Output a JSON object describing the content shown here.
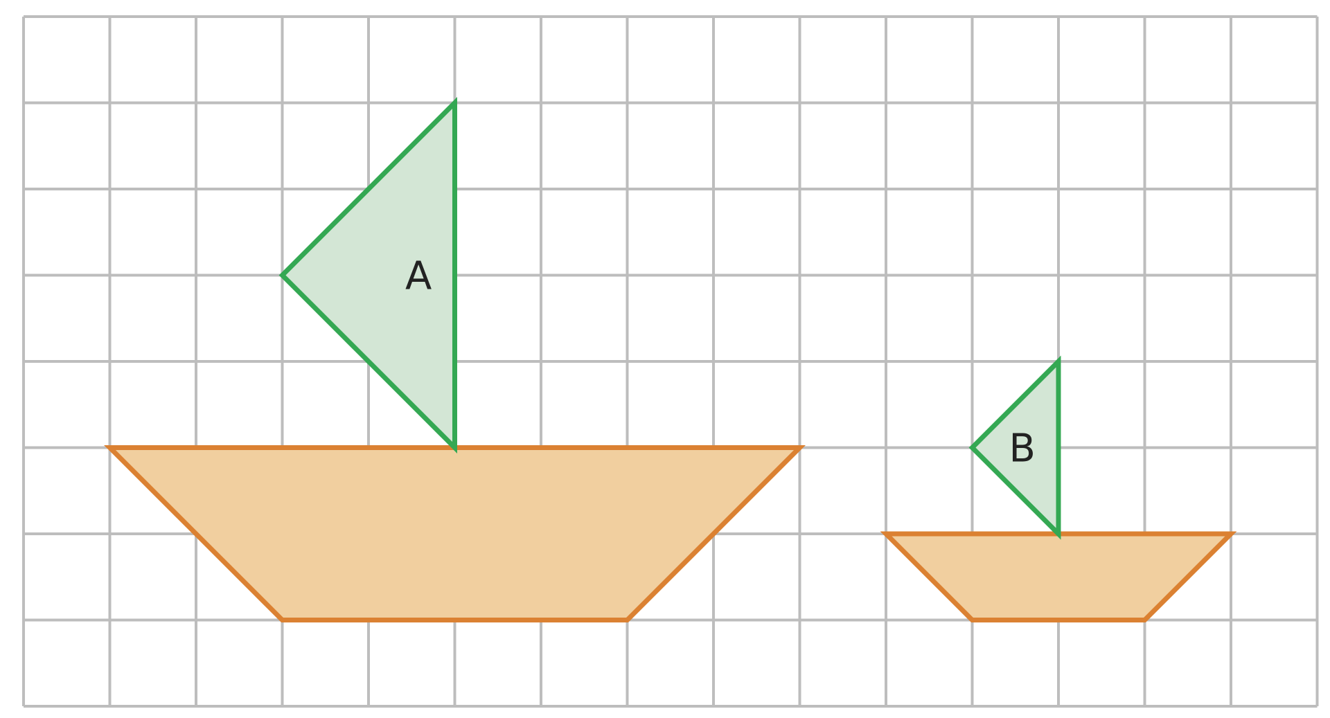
{
  "figure": {
    "grid": {
      "columns": 15,
      "rows": 8,
      "visible": true
    },
    "colors": {
      "grid": "#bdbdbd",
      "sail_stroke": "#34a853",
      "sail_fill": "#d3e6d5",
      "hull_stroke": "#db8132",
      "hull_fill": "#f1cf9f",
      "text": "#222222"
    },
    "boats": [
      {
        "id": "A",
        "sail": {
          "label": "A",
          "vertices": [
            [
              5,
              1
            ],
            [
              3,
              3
            ],
            [
              5,
              5
            ]
          ]
        },
        "hull": {
          "vertices": [
            [
              1,
              5
            ],
            [
              9,
              5
            ],
            [
              7,
              7
            ],
            [
              3,
              7
            ]
          ]
        }
      },
      {
        "id": "B",
        "sail": {
          "label": "B",
          "vertices": [
            [
              12,
              4
            ],
            [
              11,
              5
            ],
            [
              12,
              6
            ]
          ]
        },
        "hull": {
          "vertices": [
            [
              10,
              6
            ],
            [
              14,
              6
            ],
            [
              13,
              7
            ],
            [
              11,
              7
            ]
          ]
        }
      }
    ]
  }
}
